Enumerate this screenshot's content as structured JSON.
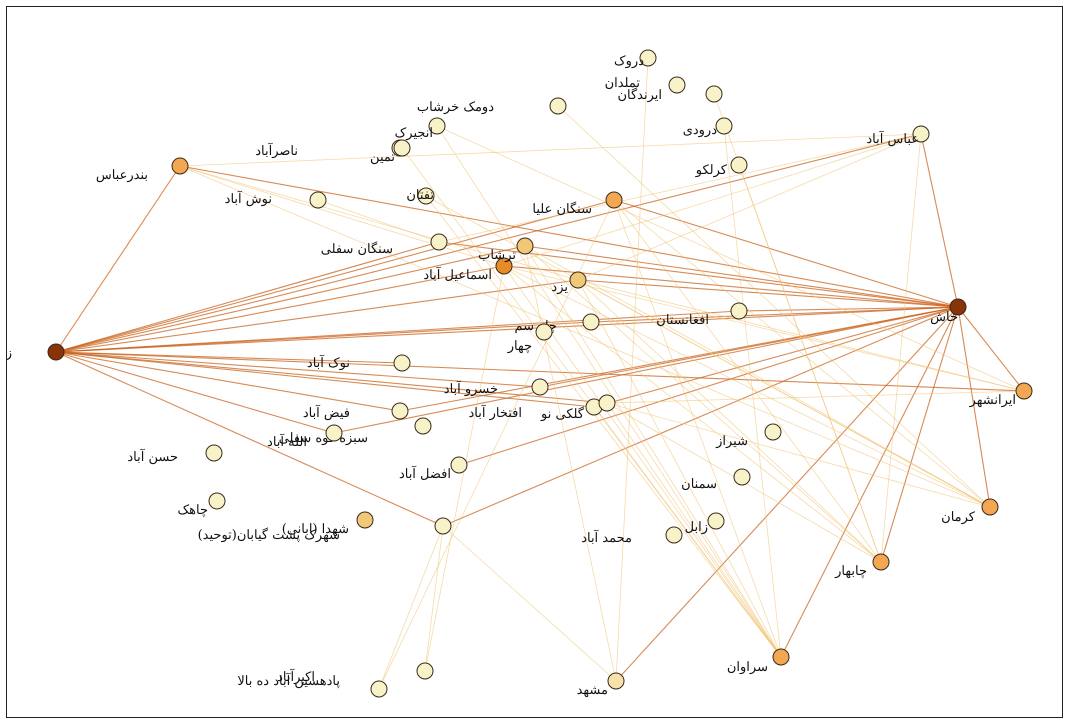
{
  "nodes": [
    {
      "id": "zahedan",
      "label": "زاهدان",
      "color": "#8a3208"
    },
    {
      "id": "khash",
      "label": "خاش",
      "color": "#8a3208"
    },
    {
      "id": "bandar_abbas",
      "label": "بندرعباس",
      "color": "#f3a752"
    },
    {
      "id": "abbas_abad",
      "label": "عباس آباد",
      "color": "#f7f2c8"
    },
    {
      "id": "sangan_olya",
      "label": "سنگان علیا",
      "color": "#f3a752"
    },
    {
      "id": "esmaeil_abad",
      "label": "اسماعیل آباد",
      "color": "#e58b2a"
    },
    {
      "id": "tarshab",
      "label": "ترشاب",
      "color": "#f1c877"
    },
    {
      "id": "yazd",
      "label": "یزد",
      "color": "#f1c877"
    },
    {
      "id": "iranshahr",
      "label": "ایرانشهر",
      "color": "#f3a752"
    },
    {
      "id": "kerman",
      "label": "کرمان",
      "color": "#f3a752"
    },
    {
      "id": "chabahar",
      "label": "چابهار",
      "color": "#f3a752"
    },
    {
      "id": "saravan",
      "label": "سراوان",
      "color": "#f3a752"
    },
    {
      "id": "mashhad",
      "label": "مشهد",
      "color": "#f7e3a9"
    },
    {
      "id": "sangan_sofla",
      "label": "سنگان سفلی",
      "color": "#f7f2c8"
    },
    {
      "id": "taftan",
      "label": "تفتان",
      "color": "#f7f2c8"
    },
    {
      "id": "nosrat_abad",
      "label": "ناصرآباد",
      "color": "#f7f2c8"
    },
    {
      "id": "tamin",
      "label": "تمین",
      "color": "#f7f2c8"
    },
    {
      "id": "anjirak",
      "label": "انجیرک",
      "color": "#f7f2c8"
    },
    {
      "id": "dumak",
      "label": "دومک خرشاب",
      "color": "#f7f2c8"
    },
    {
      "id": "duzak",
      "label": "دروک",
      "color": "#f7f2c8"
    },
    {
      "id": "irandegan",
      "label": "ایرندگان",
      "color": "#f7f2c8"
    },
    {
      "id": "tamandan",
      "label": "تملدان",
      "color": "#f7f2c8"
    },
    {
      "id": "darudi",
      "label": "درودی",
      "color": "#f7f2c8"
    },
    {
      "id": "kurgu",
      "label": "کرلکو",
      "color": "#f7f2c8"
    },
    {
      "id": "nosh_abad",
      "label": "نوش آباد",
      "color": "#f7f2c8"
    },
    {
      "id": "afghanistan",
      "label": "افغانستان",
      "color": "#f7f2c8"
    },
    {
      "id": "chahsam",
      "label": "چاه سم",
      "color": "#f7f2c8"
    },
    {
      "id": "chahar",
      "label": "چهار",
      "color": "#f7f2c8"
    },
    {
      "id": "nok_abad",
      "label": "نوک آباد",
      "color": "#f7f2c8"
    },
    {
      "id": "khosro_abad",
      "label": "خسرو آباد",
      "color": "#f7f2c8"
    },
    {
      "id": "eftekhar",
      "label": "افتخار آباد",
      "color": "#f7f2c8"
    },
    {
      "id": "golcheshme",
      "label": "گلکی نو",
      "color": "#f7f2c8"
    },
    {
      "id": "feyz_abad",
      "label": "فیض آباد",
      "color": "#f7f2c8"
    },
    {
      "id": "sabzeh_kuh",
      "label": "سبزه کوه سفلی",
      "color": "#f7f2c8"
    },
    {
      "id": "allah_abad",
      "label": "الله آباد",
      "color": "#f7f2c8"
    },
    {
      "id": "shiraz",
      "label": "شیراز",
      "color": "#f7f2c8"
    },
    {
      "id": "semnan",
      "label": "سمنان",
      "color": "#f7f2c8"
    },
    {
      "id": "hasan_abad",
      "label": "حسن آباد",
      "color": "#f7f2c8"
    },
    {
      "id": "afzal_abad",
      "label": "افضل آباد",
      "color": "#f7f2c8"
    },
    {
      "id": "chahak",
      "label": "چاهک",
      "color": "#f7f2c8"
    },
    {
      "id": "zabol",
      "label": "زابل",
      "color": "#f7f2c8"
    },
    {
      "id": "mohammad_abad",
      "label": "محمد آباد",
      "color": "#f7f2c8"
    },
    {
      "id": "shahrak",
      "label": "شهرک پشت گیابان(توحید)",
      "color": "#f7f2c8"
    },
    {
      "id": "shohada",
      "label": "شهدا (ابانی)",
      "color": "#f1c877"
    },
    {
      "id": "akbar_abad",
      "label": "اکبرآباد",
      "color": "#f7f2c8"
    },
    {
      "id": "padehsin",
      "label": "پادهسین آباد ده بالا",
      "color": "#f7f2c8"
    }
  ],
  "edges": [
    [
      "zahedan",
      "bandar_abbas"
    ],
    [
      "zahedan",
      "sangan_olya"
    ],
    [
      "zahedan",
      "esmaeil_abad"
    ],
    [
      "zahedan",
      "tarshab"
    ],
    [
      "zahedan",
      "yazd"
    ],
    [
      "zahedan",
      "khash"
    ],
    [
      "zahedan",
      "afghanistan"
    ],
    [
      "zahedan",
      "khosro_abad"
    ],
    [
      "zahedan",
      "eftekhar"
    ],
    [
      "zahedan",
      "golcheshme"
    ],
    [
      "zahedan",
      "feyz_abad"
    ],
    [
      "zahedan",
      "allah_abad"
    ],
    [
      "zahedan",
      "shahrak"
    ],
    [
      "zahedan",
      "iranshahr"
    ],
    [
      "zahedan",
      "sangan_sofla"
    ],
    [
      "zahedan",
      "abbas_abad"
    ],
    [
      "zahedan",
      "chahsam"
    ],
    [
      "zahedan",
      "nok_abad"
    ],
    [
      "khash",
      "abbas_abad"
    ],
    [
      "khash",
      "sangan_olya"
    ],
    [
      "khash",
      "esmaeil_abad"
    ],
    [
      "khash",
      "tarshab"
    ],
    [
      "khash",
      "yazd"
    ],
    [
      "khash",
      "afghanistan"
    ],
    [
      "khash",
      "chahsam"
    ],
    [
      "khash",
      "khosro_abad"
    ],
    [
      "khash",
      "eftekhar"
    ],
    [
      "khash",
      "allah_abad"
    ],
    [
      "khash",
      "afzal_abad"
    ],
    [
      "khash",
      "shahrak"
    ],
    [
      "khash",
      "saravan"
    ],
    [
      "khash",
      "iranshahr"
    ],
    [
      "khash",
      "chabahar"
    ],
    [
      "khash",
      "sangan_sofla"
    ],
    [
      "khash",
      "bandar_abbas"
    ],
    [
      "khash",
      "feyz_abad"
    ],
    [
      "khash",
      "kerman"
    ],
    [
      "khash",
      "mashhad"
    ],
    [
      "bandar_abbas",
      "abbas_abad"
    ],
    [
      "bandar_abbas",
      "yazd"
    ],
    [
      "bandar_abbas",
      "esmaeil_abad"
    ],
    [
      "bandar_abbas",
      "kerman"
    ],
    [
      "abbas_abad",
      "esmaeil_abad"
    ],
    [
      "abbas_abad",
      "sangan_sofla"
    ],
    [
      "abbas_abad",
      "yazd"
    ],
    [
      "abbas_abad",
      "chabahar"
    ],
    [
      "sangan_olya",
      "saravan"
    ],
    [
      "sangan_olya",
      "kerman"
    ],
    [
      "sangan_olya",
      "chabahar"
    ],
    [
      "esmaeil_abad",
      "saravan"
    ],
    [
      "esmaeil_abad",
      "iranshahr"
    ],
    [
      "esmaeil_abad",
      "kerman"
    ],
    [
      "esmaeil_abad",
      "chabahar"
    ],
    [
      "tarshab",
      "saravan"
    ],
    [
      "tarshab",
      "kerman"
    ],
    [
      "tarshab",
      "chabahar"
    ],
    [
      "yazd",
      "saravan"
    ],
    [
      "yazd",
      "kerman"
    ],
    [
      "yazd",
      "chabahar"
    ],
    [
      "yazd",
      "iranshahr"
    ],
    [
      "saravan",
      "golcheshme"
    ],
    [
      "saravan",
      "eftekhar"
    ],
    [
      "saravan",
      "taftan"
    ],
    [
      "saravan",
      "anjirak"
    ],
    [
      "iranshahr",
      "golcheshme"
    ],
    [
      "kerman",
      "golcheshme"
    ],
    [
      "chabahar",
      "golcheshme"
    ],
    [
      "sangan_sofla",
      "nosh_abad"
    ],
    [
      "tamin",
      "saravan"
    ],
    [
      "dumak",
      "kerman"
    ],
    [
      "duzak",
      "mashhad"
    ],
    [
      "kurgu",
      "chabahar"
    ],
    [
      "shahrak",
      "akbar_abad"
    ],
    [
      "shahrak",
      "padehsin"
    ],
    [
      "shahrak",
      "mashhad"
    ],
    [
      "esmaeil_abad",
      "padehsin"
    ],
    [
      "sangan_olya",
      "akbar_abad"
    ],
    [
      "tarshab",
      "mashhad"
    ],
    [
      "taftan",
      "kerman"
    ],
    [
      "anjirak",
      "iranshahr"
    ],
    [
      "darudi",
      "saravan"
    ],
    [
      "irandegan",
      "chabahar"
    ]
  ]
}
